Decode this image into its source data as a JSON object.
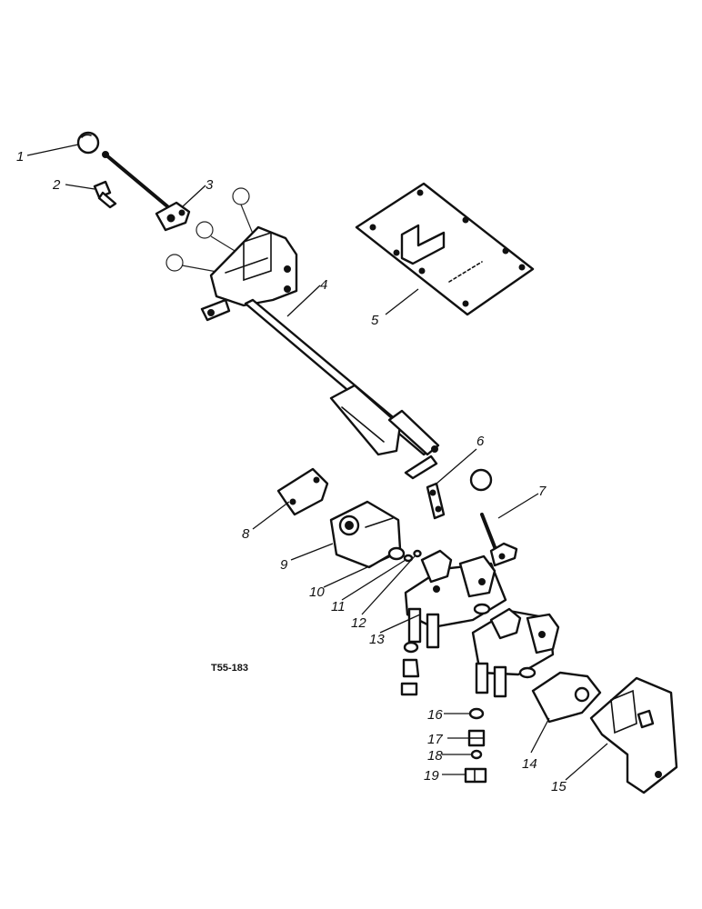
{
  "labels": [
    "1",
    "2",
    "3",
    "4",
    "5",
    "6",
    "7",
    "8",
    "9",
    "10",
    "11",
    "12",
    "13",
    "14",
    "15",
    "16",
    "17",
    "18",
    "19"
  ],
  "figure_ref": "T55-183"
}
